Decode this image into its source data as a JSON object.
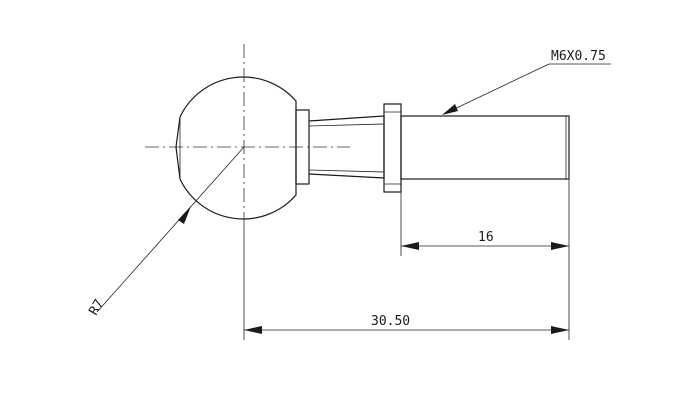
{
  "drawing": {
    "thread_callout": "M6X0.75",
    "dim_thread_length": "16",
    "dim_overall_length": "30.50",
    "dim_ball_radius": "R7"
  }
}
